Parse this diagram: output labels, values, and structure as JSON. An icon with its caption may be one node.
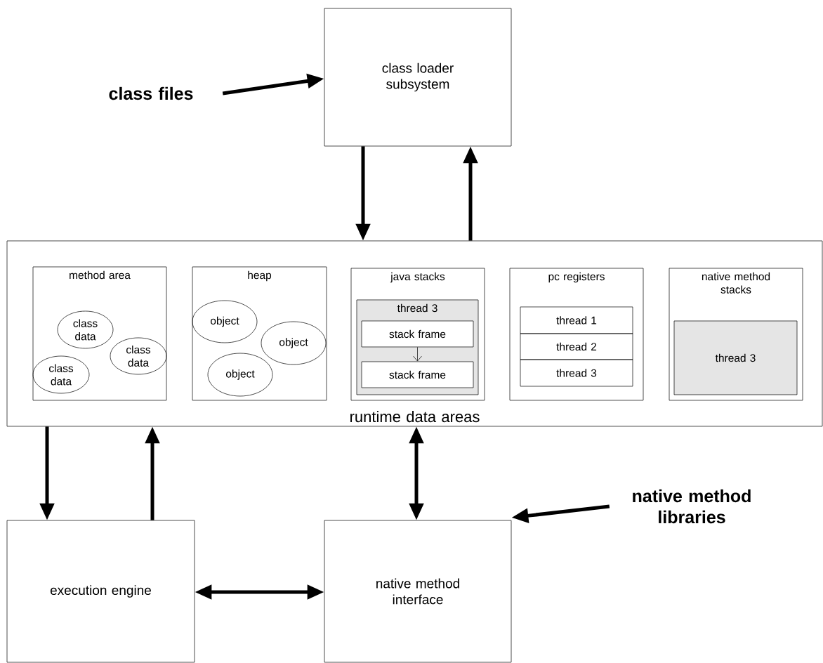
{
  "diagram": {
    "nodes": [
      {
        "text": [
          "class files"
        ]
      },
      {
        "text": [
          "class loader subsystem"
        ]
      },
      {
        "text": [
          "runtime data areas"
        ]
      },
      {
        "text": [
          "method area"
        ],
        "in": 2
      },
      {
        "text": [
          "class data"
        ],
        "in": 3
      },
      {
        "text": [
          "class data"
        ],
        "in": 3
      },
      {
        "text": [
          "class data"
        ],
        "in": 3
      },
      {
        "text": [
          "heap"
        ],
        "in": 2
      },
      {
        "text": [
          "object"
        ],
        "in": 7
      },
      {
        "text": [
          "object"
        ],
        "in": 7
      },
      {
        "text": [
          "object"
        ],
        "in": 7
      },
      {
        "text": [
          "java stacks"
        ],
        "in": 2
      },
      {
        "text": [
          "thread 3"
        ],
        "in": 11
      },
      {
        "text": [
          "stack frame"
        ],
        "in": 12
      },
      {
        "text": [
          "stack frame"
        ],
        "in": 12
      },
      {
        "text": [
          "pc registers"
        ],
        "in": 2
      },
      {
        "text": [
          "thread 1"
        ],
        "in": 15
      },
      {
        "text": [
          "thread 2"
        ],
        "in": 15
      },
      {
        "text": [
          "thread 3"
        ],
        "in": 15
      },
      {
        "text": [
          "native method stacks"
        ],
        "in": 2
      },
      {
        "text": [
          "thread 3"
        ],
        "in": 19
      },
      {
        "text": [
          "execution engine"
        ]
      },
      {
        "text": [
          "native method interface"
        ]
      },
      {
        "text": [
          "native method libraries"
        ]
      }
    ],
    "edges": [
      {
        "from": 0,
        "to": 1,
        "arrow": "to"
      },
      {
        "from": 1,
        "to": 2,
        "arrow": "to"
      },
      {
        "from": 2,
        "to": 1,
        "arrow": "to"
      },
      {
        "from": 2,
        "to": 21,
        "arrow": "to"
      },
      {
        "from": 21,
        "to": 2,
        "arrow": "to"
      },
      {
        "from": 2,
        "to": 22,
        "arrow": "both"
      },
      {
        "from": 21,
        "to": 22,
        "arrow": "both"
      },
      {
        "from": 23,
        "to": 22,
        "arrow": "to"
      },
      {
        "from": 13,
        "to": 14,
        "arrow": "to"
      }
    ]
  }
}
